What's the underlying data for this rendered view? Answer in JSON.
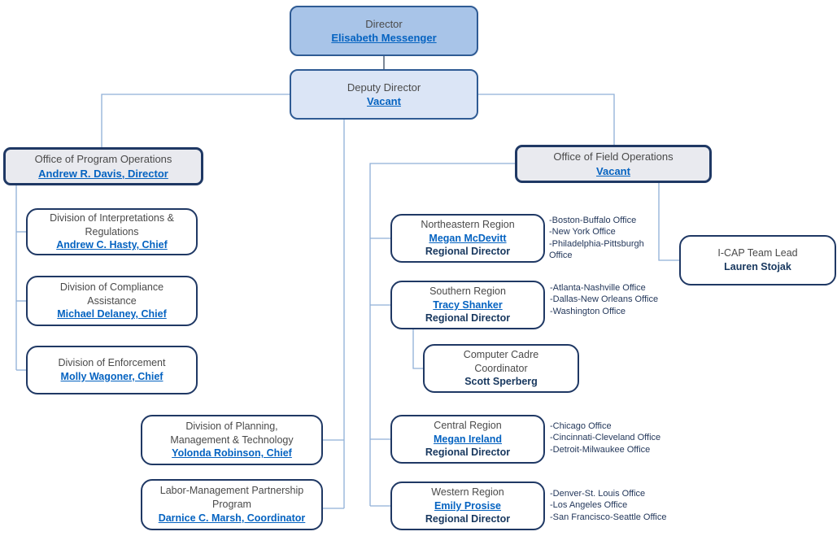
{
  "colors": {
    "link_blue": "#0563C1",
    "border_navy": "#1F3864",
    "exec_fill": "#A8C4E8",
    "deputy_fill": "#DBE5F6",
    "office_fill": "#E9EAEF",
    "connector": "#8FAFD7",
    "connector_dark": "#44546A"
  },
  "nodes": {
    "director": {
      "title": "Director",
      "link": "Elisabeth Messenger"
    },
    "deputy": {
      "title": "Deputy Director",
      "link": "Vacant"
    },
    "program_ops": {
      "title": "Office of Program Operations",
      "link": "Andrew R. Davis, Director"
    },
    "field_ops": {
      "title": "Office of Field Operations",
      "link": "Vacant"
    },
    "interpretations": {
      "title": "Division of Interpretations &\nRegulations",
      "link": "Andrew C. Hasty, Chief"
    },
    "compliance": {
      "title": "Division of Compliance\nAssistance",
      "link": "Michael Delaney, Chief"
    },
    "enforcement": {
      "title": "Division of Enforcement",
      "link": "Molly Wagoner, Chief"
    },
    "planning": {
      "title": "Division of Planning,\nManagement & Technology",
      "link": "Yolonda Robinson, Chief"
    },
    "labor": {
      "title": "Labor-Management Partnership\nProgram",
      "link": "Darnice C. Marsh, Coordinator"
    },
    "northeastern": {
      "title": "Northeastern Region",
      "link": "Megan McDevitt",
      "subtitle": "Regional Director",
      "offices": [
        "-Boston-Buffalo Office",
        "-New York Office",
        "-Philadelphia-Pittsburgh\nOffice"
      ]
    },
    "southern": {
      "title": "Southern Region",
      "link": "Tracy Shanker",
      "subtitle": "Regional Director",
      "offices": [
        "-Atlanta-Nashville Office",
        "-Dallas-New Orleans Office",
        "-Washington Office"
      ]
    },
    "cadre": {
      "title": "Computer Cadre\nCoordinator",
      "name": "Scott Sperberg"
    },
    "central": {
      "title": "Central Region",
      "link": "Megan Ireland",
      "subtitle": "Regional Director",
      "offices": [
        "-Chicago Office",
        "-Cincinnati-Cleveland Office",
        "-Detroit-Milwaukee Office"
      ]
    },
    "western": {
      "title": "Western Region",
      "link": "Emily Prosise",
      "subtitle": "Regional Director",
      "offices": [
        "-Denver-St. Louis Office",
        "-Los Angeles Office",
        "-San Francisco-Seattle Office"
      ]
    },
    "icap": {
      "title": "I-CAP Team Lead",
      "name": "Lauren Stojak"
    }
  }
}
